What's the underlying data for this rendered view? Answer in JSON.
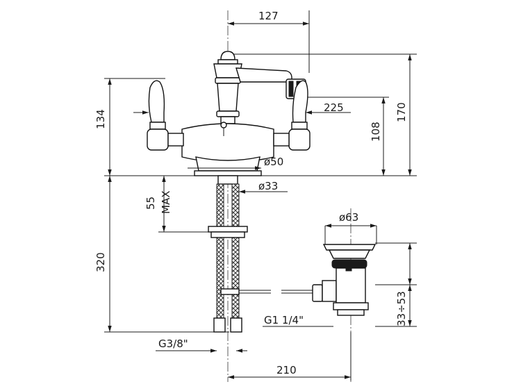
{
  "dimensions": {
    "top_width": "127",
    "spout_reach": "225",
    "height_134": "134",
    "height_108": "108",
    "height_170": "170",
    "base_dia": "ø50",
    "shank_dia": "ø33",
    "max_thickness": "55",
    "max_label": "MAX",
    "hose_length": "320",
    "waste_dia": "ø63",
    "waste_range": "33÷53",
    "waste_thread": "G1  1/4\"",
    "hose_thread": "G3/8\"",
    "waste_offset": "210"
  }
}
